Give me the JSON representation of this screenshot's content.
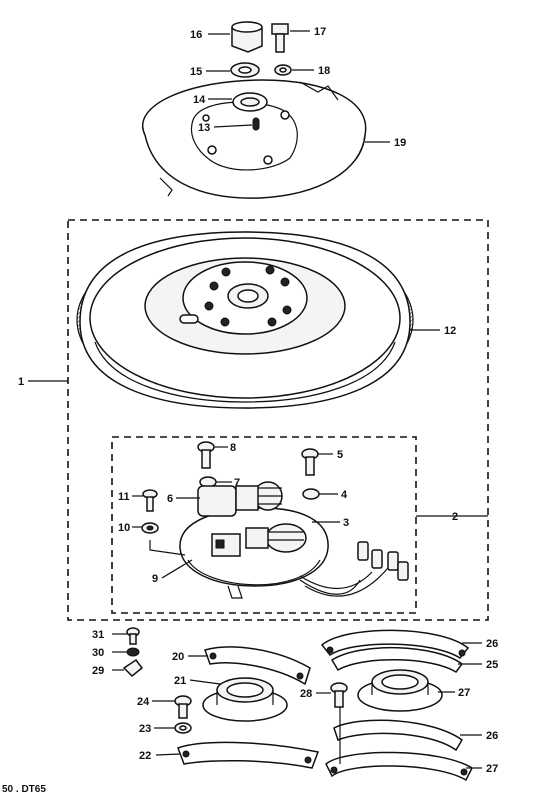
{
  "footer": "50 . DT65",
  "labels": {
    "l1": "1",
    "l2": "2",
    "l3": "3",
    "l4": "4",
    "l5": "5",
    "l6": "6",
    "l7": "7",
    "l8": "8",
    "l9": "9",
    "l10": "10",
    "l11": "11",
    "l12": "12",
    "l13": "13",
    "l14": "14",
    "l15": "15",
    "l16": "16",
    "l17": "17",
    "l18": "18",
    "l19": "19",
    "l20": "20",
    "l21": "21",
    "l22": "22",
    "l23": "23",
    "l24": "24",
    "l25": "25",
    "l26a": "26",
    "l26b": "26",
    "l27a": "27",
    "l27b": "27",
    "l28": "28",
    "l29": "29",
    "l30": "30",
    "l31": "31"
  }
}
